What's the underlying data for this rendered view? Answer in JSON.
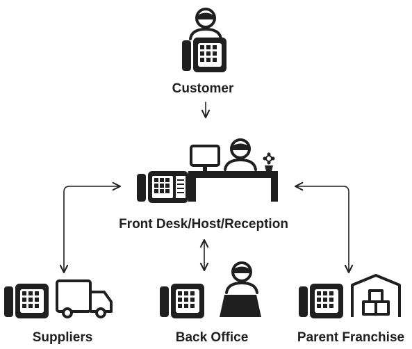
{
  "nodes": {
    "customer": {
      "label": "Customer"
    },
    "front_desk": {
      "label": "Front Desk/Host/Reception"
    },
    "suppliers": {
      "label": "Suppliers"
    },
    "back_office": {
      "label": "Back Office"
    },
    "parent_franchise": {
      "label": "Parent Franchise"
    }
  },
  "edges": [
    {
      "from": "Customer",
      "to": "Front Desk/Host/Reception",
      "direction": "one-way"
    },
    {
      "from": "Front Desk/Host/Reception",
      "to": "Suppliers",
      "direction": "two-way"
    },
    {
      "from": "Front Desk/Host/Reception",
      "to": "Back Office",
      "direction": "two-way"
    },
    {
      "from": "Front Desk/Host/Reception",
      "to": "Parent Franchise",
      "direction": "two-way"
    }
  ],
  "colors": {
    "ink": "#1f1f1f",
    "background": "#ffffff"
  },
  "icons": [
    "person-icon",
    "phone-icon",
    "monitor-icon",
    "desk-icon",
    "flower-pot-icon",
    "truck-icon",
    "laptop-icon",
    "warehouse-icon"
  ]
}
